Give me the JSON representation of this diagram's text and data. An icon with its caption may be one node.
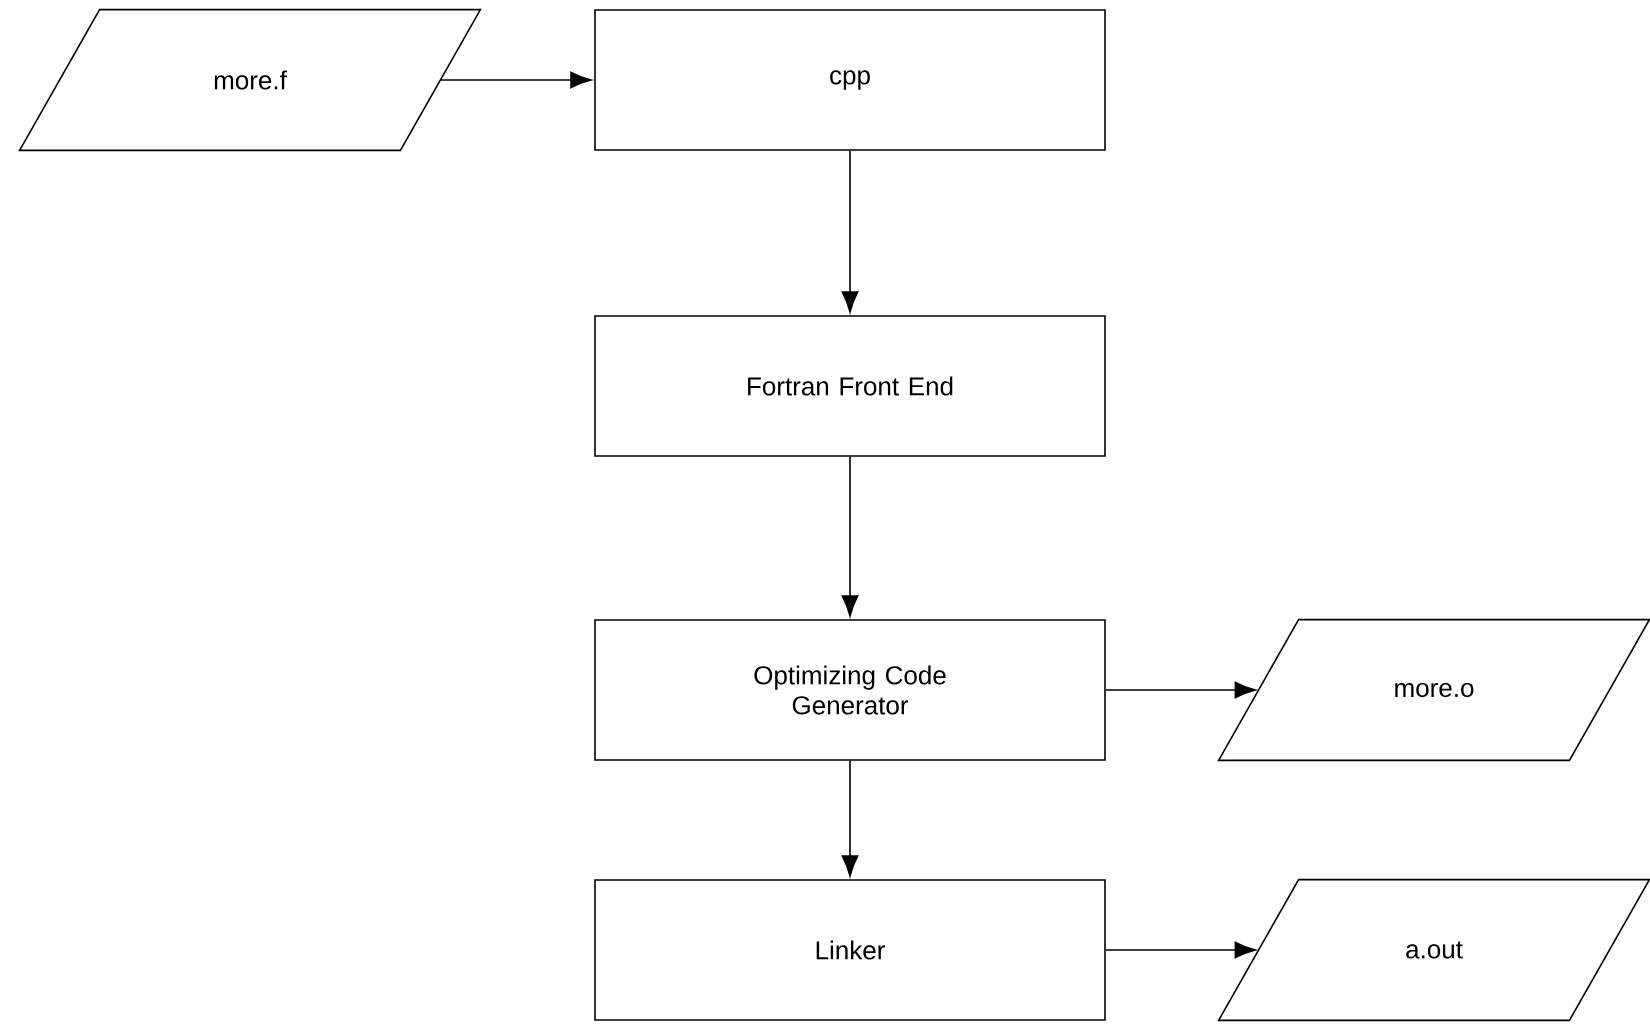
{
  "diagram": {
    "nodes": [
      {
        "text": [
          "more.f"
        ]
      },
      {
        "text": [
          "cpp"
        ]
      },
      {
        "text": [
          "Fortran Front End"
        ]
      },
      {
        "text": [
          "Optimizing Code Generator"
        ]
      },
      {
        "text": [
          "more.o"
        ]
      },
      {
        "text": [
          "Linker"
        ]
      },
      {
        "text": [
          "a.out"
        ]
      }
    ],
    "edges": [
      {
        "from": 0,
        "to": 1,
        "arrow": "to"
      },
      {
        "from": 1,
        "to": 2,
        "arrow": "to"
      },
      {
        "from": 2,
        "to": 3,
        "arrow": "to"
      },
      {
        "from": 3,
        "to": 4,
        "arrow": "to"
      },
      {
        "from": 3,
        "to": 5,
        "arrow": "to"
      },
      {
        "from": 5,
        "to": 6,
        "arrow": "to"
      }
    ]
  }
}
